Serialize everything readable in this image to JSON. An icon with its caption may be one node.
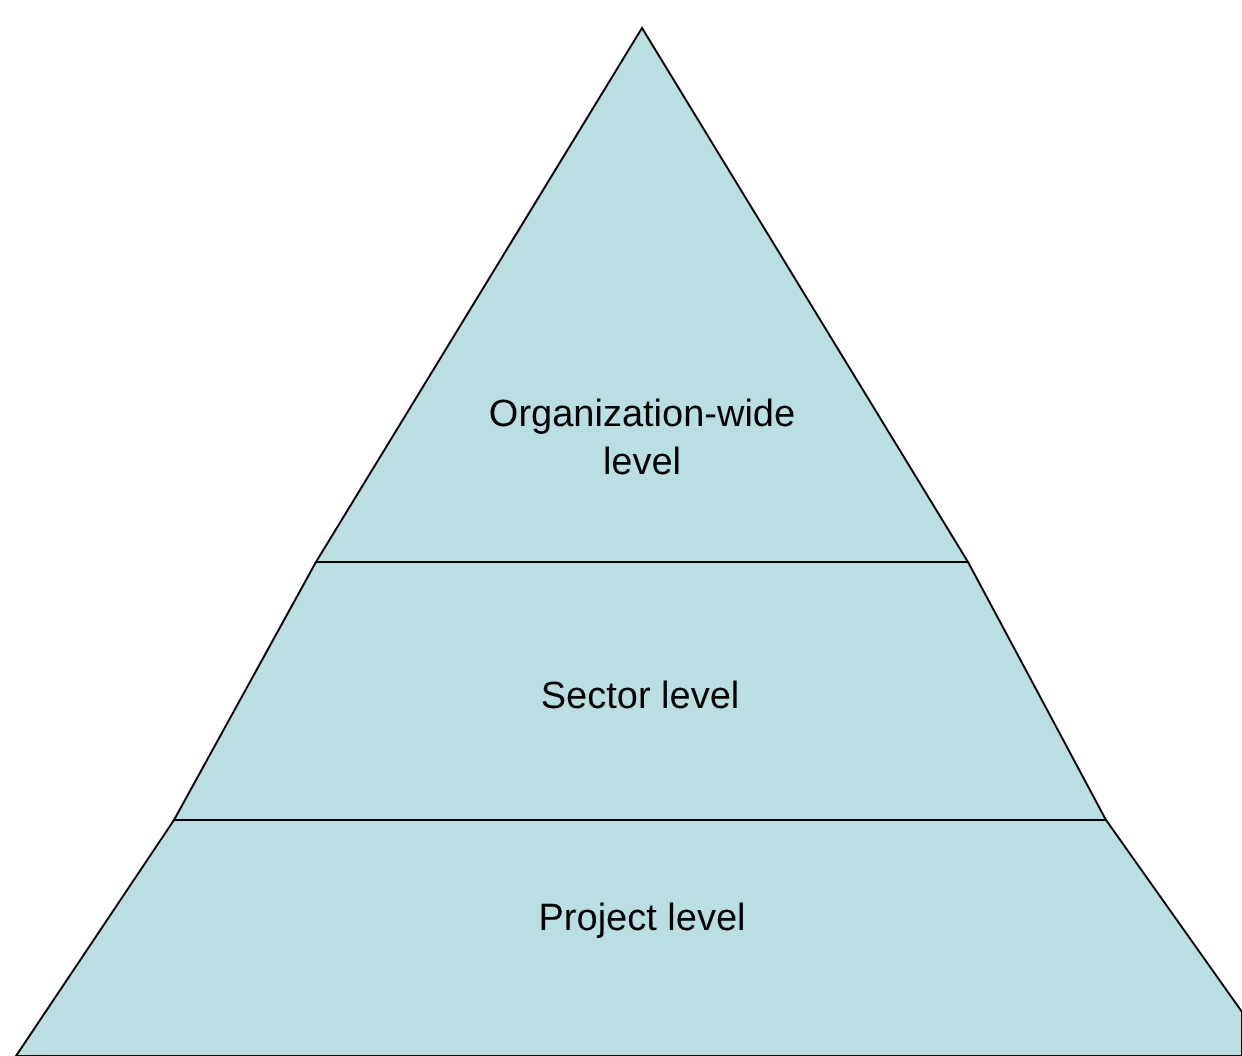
{
  "diagram": {
    "nodes": [
      {
        "text": [
          "Organization-wide level"
        ]
      },
      {
        "text": [
          "Sector level"
        ]
      },
      {
        "text": [
          "Project level"
        ]
      }
    ]
  }
}
